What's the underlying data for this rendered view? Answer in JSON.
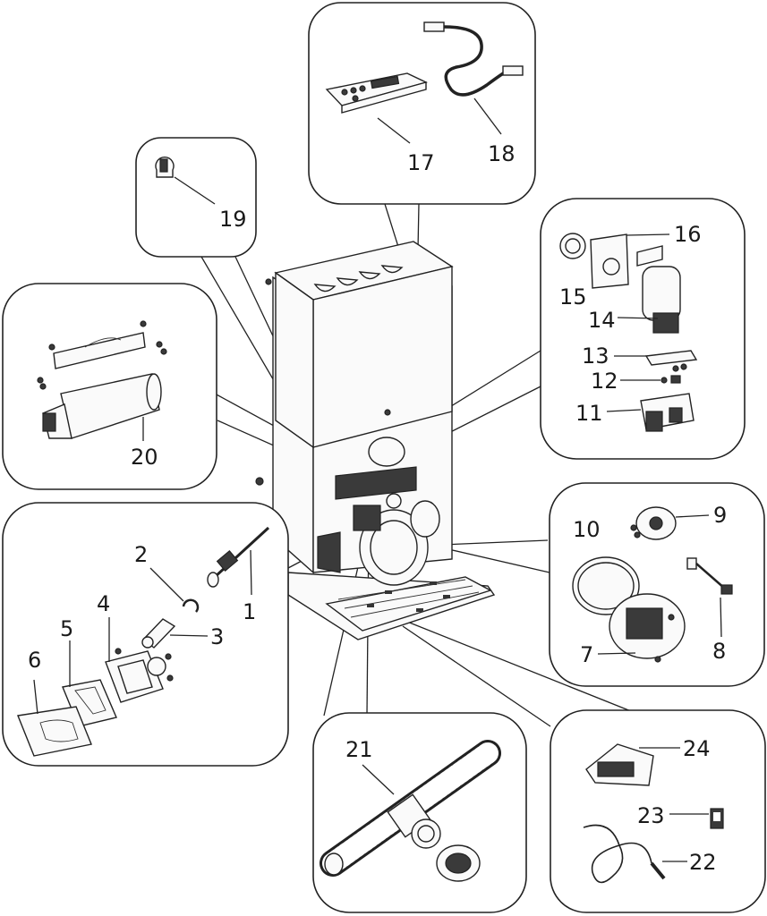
{
  "callouts": {
    "c1": "1",
    "c2": "2",
    "c3": "3",
    "c4": "4",
    "c5": "5",
    "c6": "6",
    "c7": "7",
    "c8": "8",
    "c9": "9",
    "c10": "10",
    "c11": "11",
    "c12": "12",
    "c13": "13",
    "c14": "14",
    "c15": "15",
    "c16": "16",
    "c17": "17",
    "c18": "18",
    "c19": "19",
    "c20": "20",
    "c21": "21",
    "c22": "22",
    "c23": "23",
    "c24": "24"
  },
  "colors": {
    "stroke": "#222222",
    "background": "#ffffff"
  }
}
